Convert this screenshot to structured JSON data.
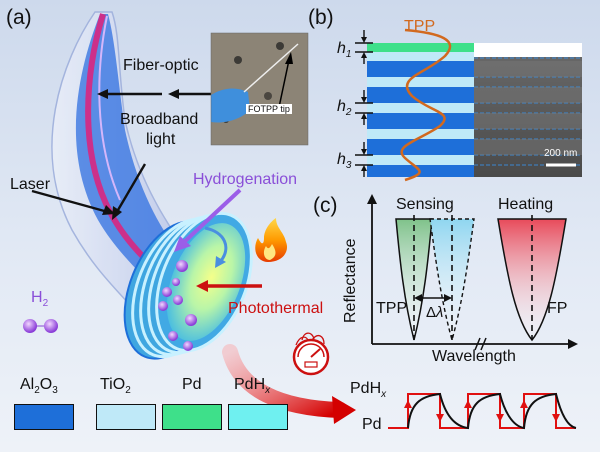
{
  "panels": {
    "a": "(a)",
    "b": "(b)",
    "c": "(c)"
  },
  "panel_a": {
    "fiber_optic": "Fiber-optic",
    "broadband": "Broadband",
    "light": "light",
    "laser": "Laser",
    "hydrogenation": "Hydrogenation",
    "photothermal": "Photothermal",
    "h2": "H",
    "h2_sub": "2",
    "photo_tag": "FOTPP tip"
  },
  "panel_b": {
    "tpp": "TPP",
    "h1": "h",
    "h1_sub": "1",
    "h2": "h",
    "h2_sub": "2",
    "h3": "h",
    "h3_sub": "3",
    "scale_bar": "200 nm"
  },
  "panel_c": {
    "sensing": "Sensing",
    "heating": "Heating",
    "ylabel": "Reflectance",
    "xlabel": "Wavelength",
    "tpp": "TPP",
    "fp": "FP",
    "delta": "Δ",
    "lambda": "λ"
  },
  "switching": {
    "pdhx": "PdH",
    "pdhx_sub": "x",
    "pd": "Pd"
  },
  "legend": [
    {
      "base": "Al",
      "sub1": "2",
      "mid": "O",
      "sub2": "3",
      "color": "#1e6fd9"
    },
    {
      "base": "TiO",
      "sub1": "2",
      "mid": "",
      "sub2": "",
      "color": "#bfe9f8"
    },
    {
      "base": "Pd",
      "sub1": "",
      "mid": "",
      "sub2": "",
      "color": "#3ee08a"
    },
    {
      "base": "PdH",
      "sub1": "x",
      "mid": "",
      "sub2": "",
      "color": "#6ff0f0"
    }
  ],
  "colors": {
    "tpp_orange": "#d2691e",
    "hydrogen_purple": "#8a4fd8",
    "photothermal_red": "#cc1010",
    "arrow_black": "#111111"
  }
}
